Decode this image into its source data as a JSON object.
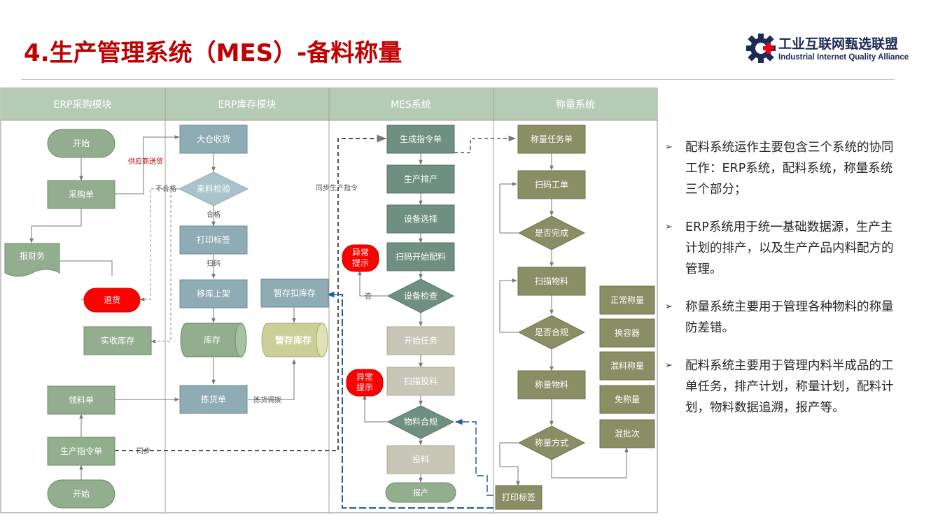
{
  "header": {
    "title": "4.生产管理系统（MES）-备料称量",
    "logo_cn": "工业互联网甄选联盟",
    "logo_en": "Industrial Internet Quality Alliance"
  },
  "lanes": [
    "ERP采购模块",
    "ERP库存模块",
    "MES系统",
    "称量系统"
  ],
  "nodes": {
    "erp_start_top": "开始",
    "purchase_order": "采购单",
    "report_finance": "报财务",
    "return_goods": "退货",
    "actual_stock": "实收库存",
    "pick_list": "领料单",
    "production_order": "生产指令单",
    "erp_start_bottom": "开始",
    "warehouse_receive": "大仓收货",
    "incoming_inspect": "来料检验",
    "print_label": "打印标签",
    "move_shelf": "移库上架",
    "inventory": "库存",
    "picking_order": "拣货单",
    "temp_hold": "暂存扣库存",
    "temp_stock": "暂存库存",
    "gen_instruction": "生成指令单",
    "scheduling": "生产排产",
    "equip_select": "设备选择",
    "scan_start": "扫码开始配料",
    "equip_check": "设备检查",
    "exception_1": "异常\n提示",
    "start_task": "开始任务",
    "scan_feed": "扫描投料",
    "exception_2": "异常\n提示",
    "material_ok": "物料合规",
    "feeding": "投料",
    "report_production": "报产",
    "weigh_task": "称量任务单",
    "scan_work_order": "扫码工单",
    "is_complete": "是否完成",
    "scan_material": "扫描物料",
    "is_compliant": "是否合规",
    "weigh_material": "称量物料",
    "weigh_mode": "称量方式",
    "print_label_2": "打印标签",
    "normal_weigh": "正常称量",
    "change_container": "换容器",
    "mixed_weigh": "混料称量",
    "no_weigh": "免称量",
    "mixed_batch": "混批次"
  },
  "edge_labels": {
    "supplier_delivery": "供应商送货",
    "unqualified": "不合格",
    "qualified": "合格",
    "scan_code": "扫码",
    "sync_instruction": "同步生产指令",
    "no": "否",
    "picking_transfer": "拣货调拨",
    "sync": "同步"
  },
  "bullets": [
    "配料系统运作主要包含三个系统的协同工作：ERP系统，配料系统，称量系统 三个部分；",
    "ERP系统用于统一基础数据源，生产主计划的排产，以及生产产品内料配方的管理。",
    "称量系统主要用于管理各种物料的称量防差错。",
    "配料系统主要用于管理内料半成品的工单任务，排产计划，称量计划，配料计划，物料数据追溯，报产等。"
  ],
  "colors": {
    "title": "#c00000",
    "green_box": "#92ae8e",
    "blue_box": "#8fabb3",
    "teal_box": "#6f8f82",
    "olive_box": "#8a8e64",
    "grey_box": "#c8c6b6",
    "red_box": "#ff0000",
    "lane_header": "#b6cbb5"
  }
}
